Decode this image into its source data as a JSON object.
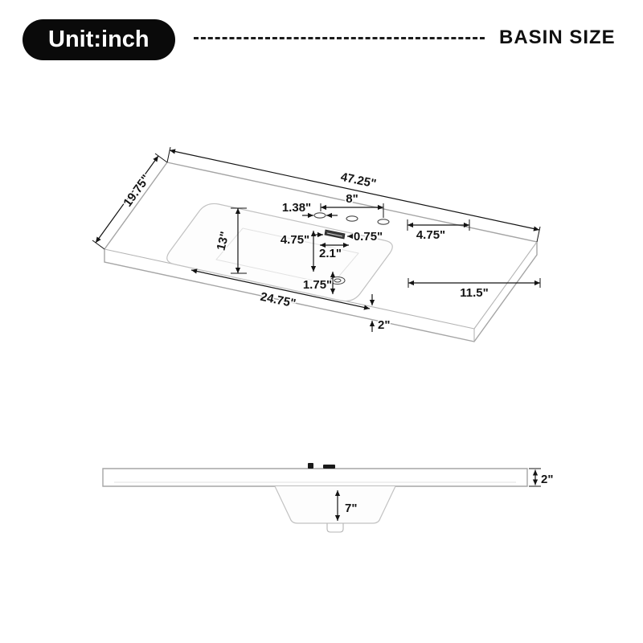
{
  "header": {
    "unit_badge": "Unit:inch",
    "title": "BASIN SIZE"
  },
  "top_view": {
    "overall_width": "47.25\"",
    "overall_depth": "19.75\"",
    "faucet_span": "8\"",
    "faucet_hole_diameter": "1.38\"",
    "bowl_front_to_back": "13\"",
    "deck_to_bowl": "4.75\"",
    "overflow_width": "0.75\"",
    "right_deck": "4.75\"",
    "overflow_length": "2.1\"",
    "drain_offset": "1.75\"",
    "right_counter": "11.5\"",
    "bowl_width": "24.75\"",
    "front_edge_height": "2\""
  },
  "side_view": {
    "bowl_depth": "7\"",
    "rim_thickness": "2\""
  }
}
